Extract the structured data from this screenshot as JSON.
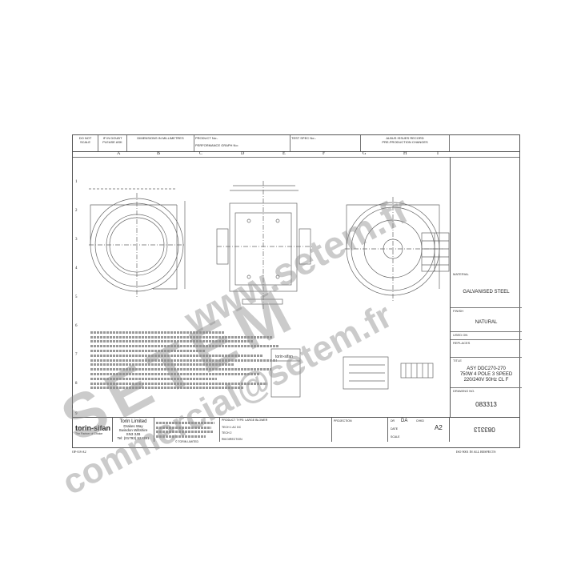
{
  "header": {
    "do_not_scale": "DO NOT SCALE",
    "if_in_doubt": "IF IN DOUBT PLEASE ASK",
    "dim_note": "DIMENSIONS IN MILLIMETRES",
    "product_no": "PRODUCT No:-",
    "test_spec": "TEST SPEC No:-",
    "performance": "PERFORMANCE GRAPH No:",
    "record": "ALBUS ISSUES RECORD",
    "preprod": "PRE-PRODUCTION CHANGES"
  },
  "columns": [
    "A",
    "B",
    "C",
    "D",
    "E",
    "F",
    "G",
    "H",
    "I"
  ],
  "rows": [
    "1",
    "2",
    "3",
    "4",
    "5",
    "6",
    "7",
    "8",
    "9"
  ],
  "materials_label": "MATERIAL",
  "material": "GALVANISED STEEL",
  "finish_label": "FINISH",
  "finish": "NATURAL",
  "replaces_label": "REPLACES",
  "used_on_label": "USED ON",
  "title_label": "TITLE",
  "title_lines": [
    "ASY DDC270-270",
    "750W 4 POLE 3 SPEED",
    "220/240V 50Hz CL F"
  ],
  "drawing_no_label": "DRAWING NO.",
  "drawing_no": "083313",
  "drawing_no_rotated": "083313",
  "center_label": "torin-sifan",
  "company": {
    "brand": "torin-sifan",
    "tagline": "The Partner of Choice",
    "name": "Torin Limited",
    "address1": "Drakes Way",
    "address2": "Swindon Wiltshire",
    "address3": "SN3 3JB",
    "tel": "Tel: (01793) 524291"
  },
  "copyright": "© TORIN LIMITED",
  "product_type": "PRODUCT TYPE: LARGE BLOWER",
  "tech1": "TECH 1",
  "tech2": "TECH 2",
  "ac": "AC",
  "dc": "DC",
  "rm_direction": "RM DIRECTION",
  "projection": "PROJECTION",
  "drawn_label": "DR",
  "drawn": "DA",
  "checked": "CHKD",
  "date_label": "DATE",
  "sheet_size": "A2",
  "scale": "SCALE",
  "footer_left": "OF-0.8-A2",
  "footer_right": "ISO 9001 IN ALL RESPECTS",
  "watermark_top": "www.setem.fr",
  "watermark_big": "SETEM",
  "watermark_mail": "commercial@setem.fr"
}
